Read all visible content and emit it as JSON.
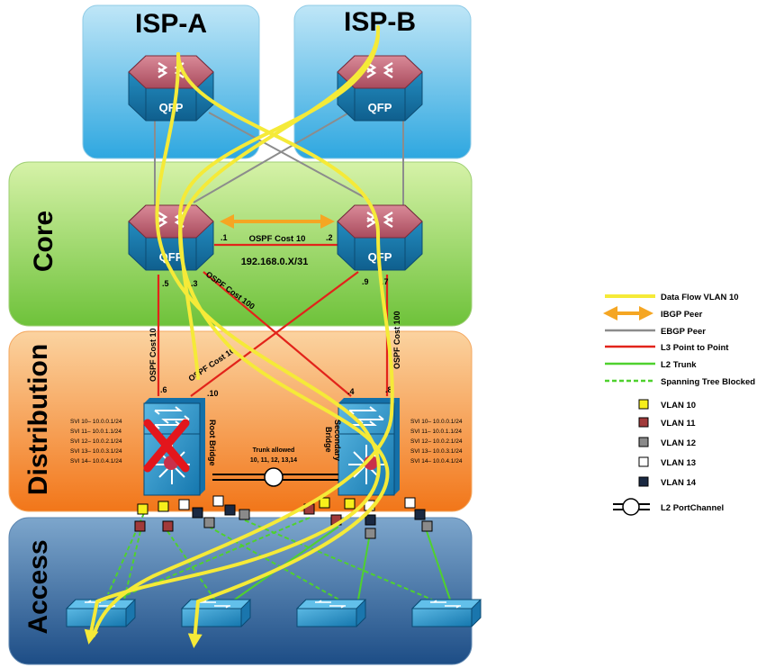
{
  "zones": {
    "isp_a": "ISP-A",
    "isp_b": "ISP-B",
    "core": "Core",
    "distribution": "Distribution",
    "access": "Access"
  },
  "routers": {
    "label": "QFP"
  },
  "core_link": {
    "cost": "OSPF Cost 10",
    "subnet": "192.168.0.X/31",
    "left_ip": ".1",
    "right_ip": ".2"
  },
  "links": {
    "c1_down_ip": ".5",
    "c1_diag_ip": ".3",
    "c1_diag_cost": "OSPF Cost 100",
    "c2_diag_ip": ".9",
    "c2_down_ip": ".7",
    "d1_up_ip": ".6",
    "d1_up_cost": "OSPF Cost 10",
    "d1_diag_ip": ".10",
    "d1_diag_cost": "OSPF Cost 10",
    "d2_diag_ip": ".4",
    "d2_up_ip": ".8",
    "d2_up_cost": "OSPF Cost 100"
  },
  "distribution": {
    "root_label": "Root Bridge",
    "secondary_label": "Secondary Bridge",
    "trunk_line1": "Trunk allowed",
    "trunk_line2": "10, 11, 12, 13,14",
    "svi": [
      "SVI 10– 10.0.0.1/24",
      "SVI 11– 10.0.1.1/24",
      "SVI 12– 10.0.2.1/24",
      "SVI 13– 10.0.3.1/24",
      "SVI 14– 10.0.4.1/24"
    ]
  },
  "legend": [
    {
      "label": "Data Flow VLAN 10",
      "kind": "line",
      "color": "#f5ea38"
    },
    {
      "label": "IBGP Peer",
      "kind": "arrow",
      "color": "#f5a623"
    },
    {
      "label": "EBGP Peer",
      "kind": "line",
      "color": "#8c8c8c"
    },
    {
      "label": "L3 Point to Point",
      "kind": "line",
      "color": "#e2231a"
    },
    {
      "label": "L2 Trunk",
      "kind": "line",
      "color": "#4fd12e"
    },
    {
      "label": "Spanning Tree Blocked",
      "kind": "dash",
      "color": "#4fd12e"
    },
    {
      "label": "VLAN 10",
      "kind": "box",
      "color": "#f7ef1b"
    },
    {
      "label": "VLAN 11",
      "kind": "box",
      "color": "#a13a3a"
    },
    {
      "label": "VLAN 12",
      "kind": "box",
      "color": "#8a8a8a"
    },
    {
      "label": "VLAN 13",
      "kind": "box",
      "color": "#ffffff"
    },
    {
      "label": "VLAN 14",
      "kind": "box",
      "color": "#1a2942"
    },
    {
      "label": "L2 PortChannel",
      "kind": "portchannel",
      "color": "#000000"
    }
  ]
}
